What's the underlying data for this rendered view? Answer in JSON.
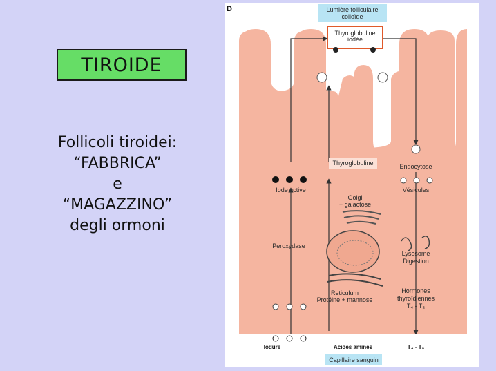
{
  "slide": {
    "title": "TIROIDE",
    "description": [
      "Follicoli tiroidei:",
      "“FABBRICA”",
      "e",
      "“MAGAZZINO”",
      "degli ormoni"
    ]
  },
  "figure": {
    "panel_letter": "D",
    "lumen_label_1": "Lumière folliculaire",
    "lumen_label_2": "colloïde",
    "thyro_iodee_1": "Thyroglobuline",
    "thyro_iodee_2": "iodée",
    "thyroglobuline": "Thyroglobuline",
    "endocytose": "Endocytose",
    "iode_active": "Iode active",
    "vesicules": "Vésicules",
    "golgi_1": "Golgi",
    "golgi_2": "+ galactose",
    "peroxydase": "Peroxydase",
    "lysosome_1": "Lysosome",
    "lysosome_2": "Digestion",
    "reticulum_1": "Reticulum",
    "reticulum_2": "Protéine + mannose",
    "hormones_1": "Hormones",
    "hormones_2": "thyroïdiennes",
    "hormones_3": "T₄ - T₃",
    "iodure": "Iodure",
    "acides_amines": "Acides aminés",
    "t4t3": "T₄ - T₃",
    "capillaire": "Capillaire sanguin"
  },
  "colors": {
    "background": "#d3d3f7",
    "title_box": "#66dd66",
    "cell": "#f5b5a0",
    "lumen_box": "#b8e4f4",
    "thyro_box_border": "#e05a2a"
  }
}
